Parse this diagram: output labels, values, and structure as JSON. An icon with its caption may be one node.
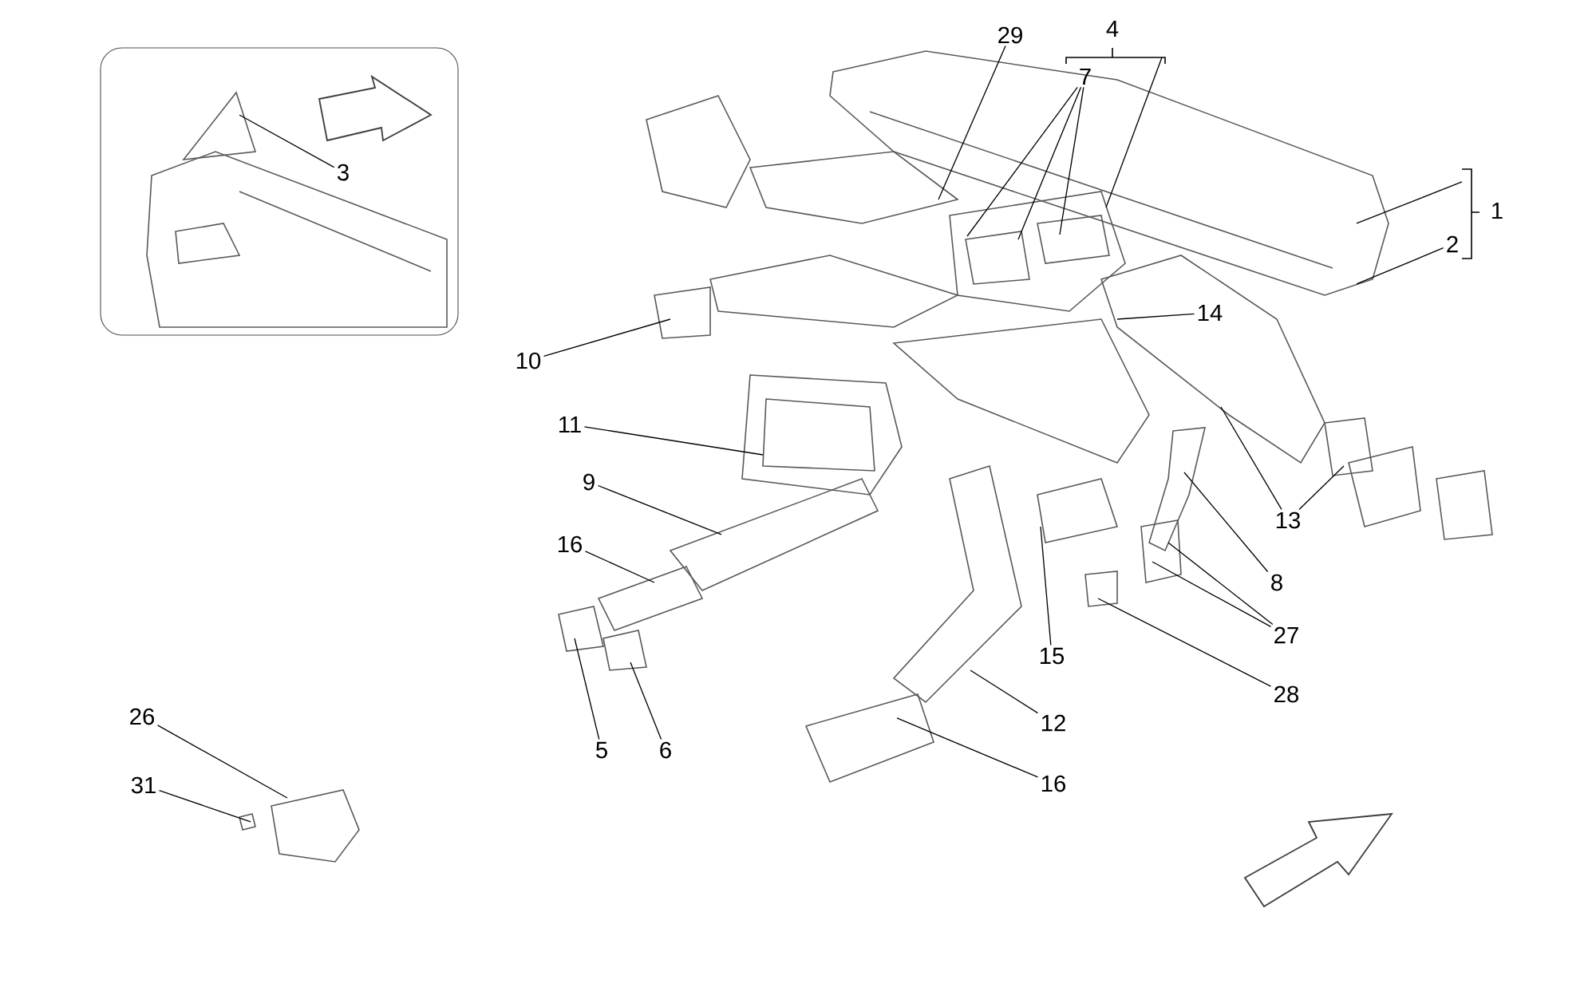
{
  "diagram": {
    "nodes": [
      {
        "text": [],
        "shape": "box"
      },
      {
        "text": [
          "3"
        ],
        "in": 0
      },
      {
        "text": [
          "29"
        ]
      },
      {
        "text": [
          "4"
        ]
      },
      {
        "text": [
          "7"
        ]
      },
      {
        "text": [
          "1"
        ]
      },
      {
        "text": [
          "2"
        ]
      },
      {
        "text": [
          "14"
        ]
      },
      {
        "text": [
          "10"
        ]
      },
      {
        "text": [
          "11"
        ]
      },
      {
        "text": [
          "9"
        ]
      },
      {
        "text": [
          "16"
        ]
      },
      {
        "text": [
          "13"
        ]
      },
      {
        "text": [
          "8"
        ]
      },
      {
        "text": [
          "15"
        ]
      },
      {
        "text": [
          "27"
        ]
      },
      {
        "text": [
          "5"
        ]
      },
      {
        "text": [
          "6"
        ]
      },
      {
        "text": [
          "12"
        ]
      },
      {
        "text": [
          "28"
        ]
      },
      {
        "text": [
          "26"
        ]
      },
      {
        "text": [
          "16"
        ]
      },
      {
        "text": [
          "31"
        ]
      }
    ],
    "edges": [
      {
        "from": 1,
        "to": null,
        "arrow": "none"
      },
      {
        "from": 2,
        "to": null,
        "arrow": "none"
      },
      {
        "from": 3,
        "to": null,
        "arrow": "none"
      },
      {
        "from": 4,
        "to": null,
        "arrow": "none"
      },
      {
        "from": 4,
        "to": null,
        "arrow": "none"
      },
      {
        "from": 4,
        "to": null,
        "arrow": "none"
      },
      {
        "from": 5,
        "to": null,
        "arrow": "none"
      },
      {
        "from": 6,
        "to": null,
        "arrow": "none"
      },
      {
        "from": 7,
        "to": null,
        "arrow": "none"
      },
      {
        "from": 8,
        "to": null,
        "arrow": "none"
      },
      {
        "from": 9,
        "to": null,
        "arrow": "none"
      },
      {
        "from": 10,
        "to": null,
        "arrow": "none"
      },
      {
        "from": 11,
        "to": null,
        "arrow": "none"
      },
      {
        "from": 12,
        "to": null,
        "arrow": "none"
      },
      {
        "from": 12,
        "to": null,
        "arrow": "none"
      },
      {
        "from": 13,
        "to": null,
        "arrow": "none"
      },
      {
        "from": 14,
        "to": null,
        "arrow": "none"
      },
      {
        "from": 15,
        "to": null,
        "arrow": "none"
      },
      {
        "from": 15,
        "to": null,
        "arrow": "none"
      },
      {
        "from": 16,
        "to": null,
        "arrow": "none"
      },
      {
        "from": 17,
        "to": null,
        "arrow": "none"
      },
      {
        "from": 18,
        "to": null,
        "arrow": "none"
      },
      {
        "from": 19,
        "to": null,
        "arrow": "none"
      },
      {
        "from": 20,
        "to": null,
        "arrow": "none"
      },
      {
        "from": 21,
        "to": null,
        "arrow": "none"
      },
      {
        "from": 22,
        "to": null,
        "arrow": "none"
      }
    ]
  }
}
